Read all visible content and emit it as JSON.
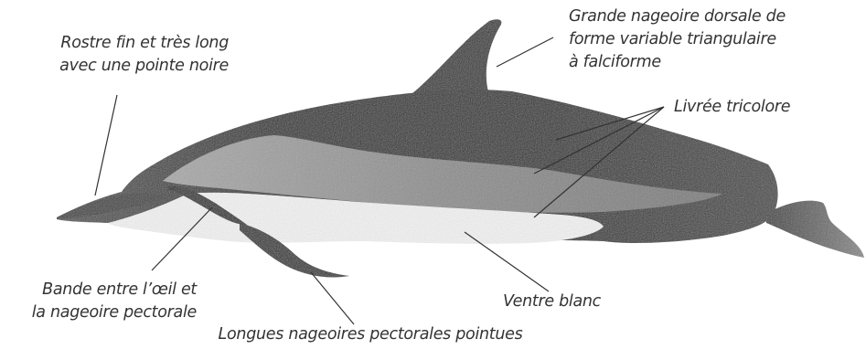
{
  "labels": {
    "rostre": [
      "Rostre fin et très long",
      "avec une pointe noire"
    ],
    "dorsale": [
      "Grande nageoire dorsale de",
      "forme variable triangulaire",
      "à falciforme"
    ],
    "livree": "Livrée tricolore",
    "bande": [
      "Bande entre l’œil et",
      "la nageoire pectorale"
    ],
    "ventre": "Ventre blanc",
    "pectorales": "Longues nageoires pectorales pointues"
  },
  "colors": {
    "dark": "#2f2f2f",
    "mid": "#8a8a8a",
    "light": "#f4f4f4",
    "line": "#333333",
    "text": "#333333"
  }
}
